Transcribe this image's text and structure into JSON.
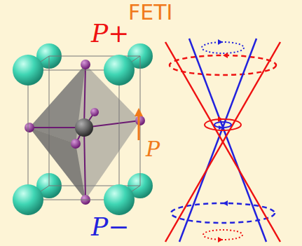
{
  "diagram": {
    "title": "FETI",
    "labels": [
      "P+",
      "P",
      "P−"
    ]
  }
}
